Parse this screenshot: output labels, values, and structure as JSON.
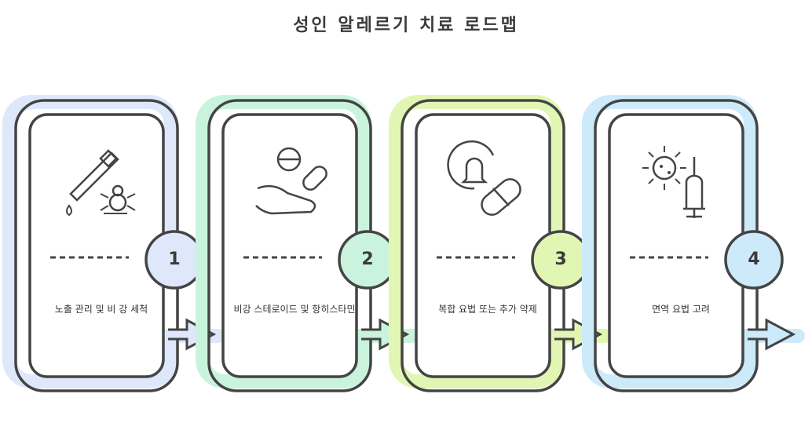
{
  "title": "성인 알레르기 치료 로드맵",
  "steps": [
    {
      "number": "1",
      "label": "노출 관리 및 비 강 세척",
      "color": "#dfe8fb",
      "icon": "dropper-and-mite-icon"
    },
    {
      "number": "2",
      "label": "비강 스테로이드 및 항히스타민",
      "color": "#c9f3dc",
      "icon": "pills-in-hand-icon"
    },
    {
      "number": "3",
      "label": "복합 요법 또는 추가 약제",
      "color": "#e2f6b4",
      "icon": "alarm-and-capsule-icon"
    },
    {
      "number": "4",
      "label": "면역 요법 고려",
      "color": "#cdeafb",
      "icon": "virus-and-syringe-icon"
    }
  ]
}
